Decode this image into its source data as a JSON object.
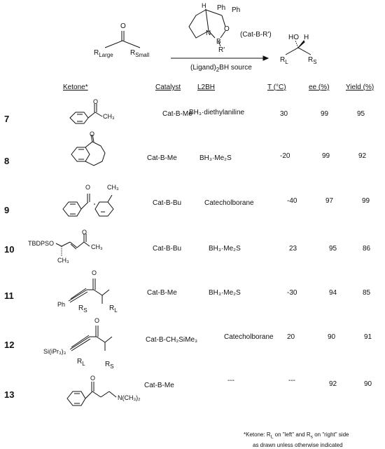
{
  "scheme": {
    "ketone_left": "R",
    "ketone_left_sub": "Large",
    "ketone_right": "R",
    "ketone_right_sub": "Small",
    "oxygen": "O",
    "catalyst_label": "(Cat-B-R')",
    "catalyst_h": "H",
    "catalyst_ph1": "Ph",
    "catalyst_ph2": "Ph",
    "catalyst_n": "N",
    "catalyst_b": "B",
    "catalyst_o": "O",
    "catalyst_r": "R'",
    "borane_source": "(Ligand)",
    "borane_source_sub": "2",
    "borane_source_tail": "BH source",
    "product_ho": "HO",
    "product_h": "H",
    "product_rl": "R",
    "product_rl_sub": "L",
    "product_rs": "R",
    "product_rs_sub": "S"
  },
  "table": {
    "headers": {
      "ketone": "Ketone*",
      "catalyst": "Catalyst",
      "l2bh": "L2BH",
      "temp": "T (°C)",
      "ee": "ee (%)",
      "yield": "Yield (%)"
    },
    "rows": [
      {
        "entry": "7",
        "catalyst": "Cat-B-Me",
        "l2bh": "BH₃·diethylaniline",
        "temp": "30",
        "ee": "99",
        "yield": "95"
      },
      {
        "entry": "8",
        "catalyst": "Cat-B-Me",
        "l2bh": "BH₃·Me₂S",
        "temp": "-20",
        "ee": "99",
        "yield": "92"
      },
      {
        "entry": "9",
        "catalyst": "Cat-B-Bu",
        "l2bh": "Catecholborane",
        "temp": "-40",
        "ee": "97",
        "yield": "99"
      },
      {
        "entry": "10",
        "catalyst": "Cat-B-Bu",
        "l2bh": "BH₃·Me₂S",
        "temp": "23",
        "ee": "95",
        "yield": "86"
      },
      {
        "entry": "11",
        "catalyst": "Cat-B-Me",
        "l2bh": "BH₃·Me₂S",
        "temp": "-30",
        "ee": "94",
        "yield": "85"
      },
      {
        "entry": "12",
        "catalyst": "Cat-B-CH₂SiMe₃",
        "l2bh": "Catecholborane",
        "temp": "20",
        "ee": "90",
        "yield": "91"
      },
      {
        "entry": "13",
        "catalyst": "Cat-B-Me",
        "l2bh": "---",
        "temp": "---",
        "ee": "92",
        "yield": "90"
      }
    ],
    "structure_labels": {
      "s7_ch3": "CH₃",
      "s10_tbdpso": "TBDPSO",
      "s10_ch3": "CH₃",
      "s11_ph": "Ph",
      "s11_rs": "R",
      "s11_rs_sub": "S",
      "s11_rl": "R",
      "s11_rl_sub": "L",
      "s12_si": "Si(iPr₃)₃",
      "s12_rl": "R",
      "s12_rl_sub": "L",
      "s12_rs": "R",
      "s12_rs_sub": "S",
      "s13_amine": "N(CH₃)₂",
      "carbonyl_o": "O"
    }
  },
  "footnote": {
    "line1_a": "*Ketone: R",
    "line1_sub1": "L",
    "line1_b": " on \"left\" and R",
    "line1_sub2": "s",
    "line1_c": " on \"right\" side",
    "line2": "as drawn unless otherwise indicated"
  }
}
